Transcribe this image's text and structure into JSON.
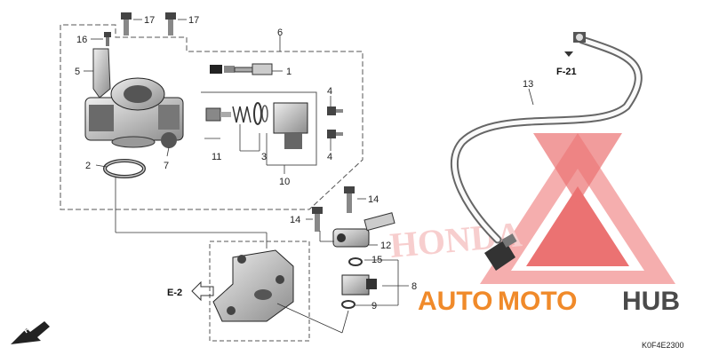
{
  "callouts": {
    "c1": "1",
    "c2": "2",
    "c3": "3",
    "c4a": "4",
    "c4b": "4",
    "c5": "5",
    "c6": "6",
    "c7": "7",
    "c8": "8",
    "c9": "9",
    "c10": "10",
    "c11": "11",
    "c12": "12",
    "c13": "13",
    "c14a": "14",
    "c14b": "14",
    "c15": "15",
    "c16": "16",
    "c17a": "17",
    "c17b": "17"
  },
  "references": {
    "e2": "E-2",
    "f21": "F-21",
    "fr": "FR."
  },
  "diagram_code": "K0F4E2300",
  "watermark": {
    "brand_auto": "AUTO",
    "brand_moto": "MOTO",
    "brand_hub": "HUB",
    "logo_text": "HONDA",
    "colors": {
      "accent": "#f08a2a",
      "dark": "#4a4a4a",
      "logo": "#e85a5a"
    }
  }
}
